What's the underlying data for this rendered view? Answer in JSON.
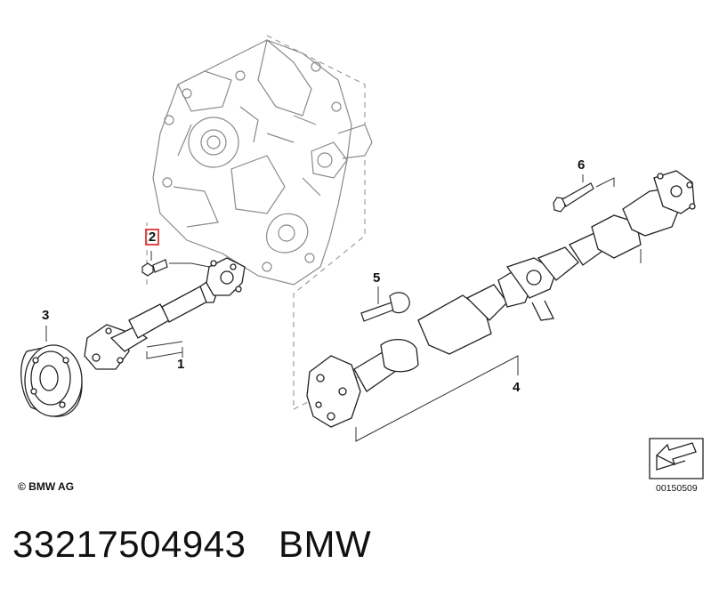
{
  "callouts": {
    "c1": "1",
    "c2": "2",
    "c3": "3",
    "c4": "4",
    "c5": "5",
    "c6": "6"
  },
  "footer": {
    "copyright": "© BMW AG",
    "ref_number": "00150509"
  },
  "caption": {
    "part_number": "33217504943",
    "brand": "BMW"
  },
  "colors": {
    "line": "#333333",
    "highlight": "#e04a4a"
  }
}
